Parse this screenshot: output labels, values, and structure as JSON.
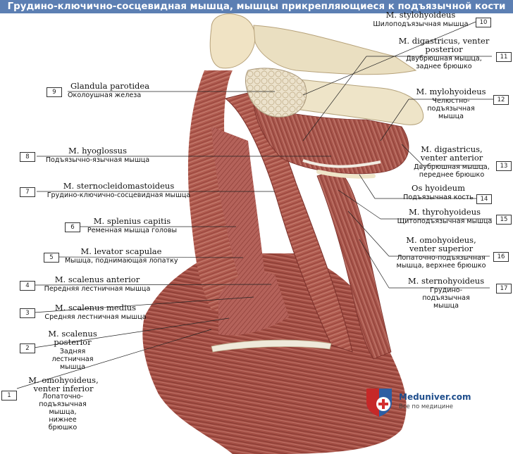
{
  "title": "Грудино-ключично-сосцевидная мышца, мышцы прикрепляющиеся к подъязычной кости",
  "labels": [
    {
      "num": "1",
      "lat": "M. omohyoideus, venter inferior",
      "ru": "Лопаточно-подъязычная мышца, нижнее брюшко"
    },
    {
      "num": "2",
      "lat": "M. scalenus posterior",
      "ru": "Задняя лестничная мышца"
    },
    {
      "num": "3",
      "lat": "M. scalenus medius",
      "ru": "Средняя лестничная мышца"
    },
    {
      "num": "4",
      "lat": "M. scalenus anterior",
      "ru": "Передняя лестничная мышца"
    },
    {
      "num": "5",
      "lat": "M. levator scapulae",
      "ru": "Мышца, поднимающая лопатку"
    },
    {
      "num": "6",
      "lat": "M. splenius capitis",
      "ru": "Ременная мышца головы"
    },
    {
      "num": "7",
      "lat": "M. sternocleidomastoideus",
      "ru": "Грудино-ключично-сосцевидная мышца"
    },
    {
      "num": "8",
      "lat": "M. hyoglossus",
      "ru": "Подъязычно-язычная мышца"
    },
    {
      "num": "9",
      "lat": "Glandula parotidea",
      "ru": "Околоушная железа"
    },
    {
      "num": "10",
      "lat": "M. stylohyoideus",
      "ru": "Шилоподъязычная мышца"
    },
    {
      "num": "11",
      "lat": "M. digastricus, venter posterior",
      "ru": "Двубрюшная мышца, заднее брюшко"
    },
    {
      "num": "12",
      "lat": "M. mylohyoideus",
      "ru": "Челюстно-подъязычная мышца"
    },
    {
      "num": "13",
      "lat": "M. digastricus, venter anterior",
      "ru": "Двубрюшная мышца, переднее брюшко"
    },
    {
      "num": "14",
      "lat": "Os hyoideum",
      "ru": "Подъязычная кость"
    },
    {
      "num": "15",
      "lat": "M. thyrohyoideus",
      "ru": "Щитоподъязычная мышца"
    },
    {
      "num": "16",
      "lat": "M. omohyoideus, venter superior",
      "ru": "Лопаточно-подъязычная мышца, верхнее брюшко"
    },
    {
      "num": "17",
      "lat": "M. sternohyoideus",
      "ru": "Грудино-подъязычная мышца"
    }
  ],
  "brand": {
    "name": "Meduniver.com",
    "tagline": "Все по медицине"
  },
  "colors": {
    "title_bg": "#5c7fb3",
    "muscle": "#a9544a",
    "muscle_light": "#c98276",
    "tendon": "#eee8dc",
    "gland": "#ece2cc"
  }
}
